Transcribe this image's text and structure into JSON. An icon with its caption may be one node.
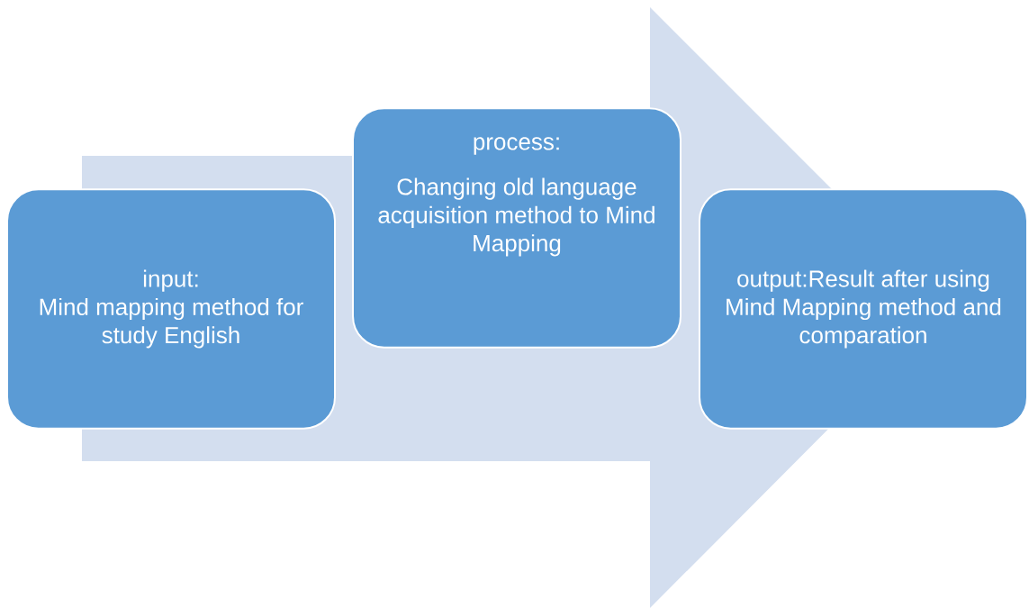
{
  "diagram": {
    "nodes": [
      {
        "text": [
          "input:",
          "Mind mapping method for study English"
        ]
      },
      {
        "text": [
          "process:",
          "Changing old language acquisition method to Mind Mapping"
        ]
      },
      {
        "text": [
          "output:Result after using Mind Mapping method and comparation"
        ]
      }
    ],
    "edges": [
      {
        "from": 0,
        "to": 2,
        "arrow": "to"
      }
    ]
  }
}
